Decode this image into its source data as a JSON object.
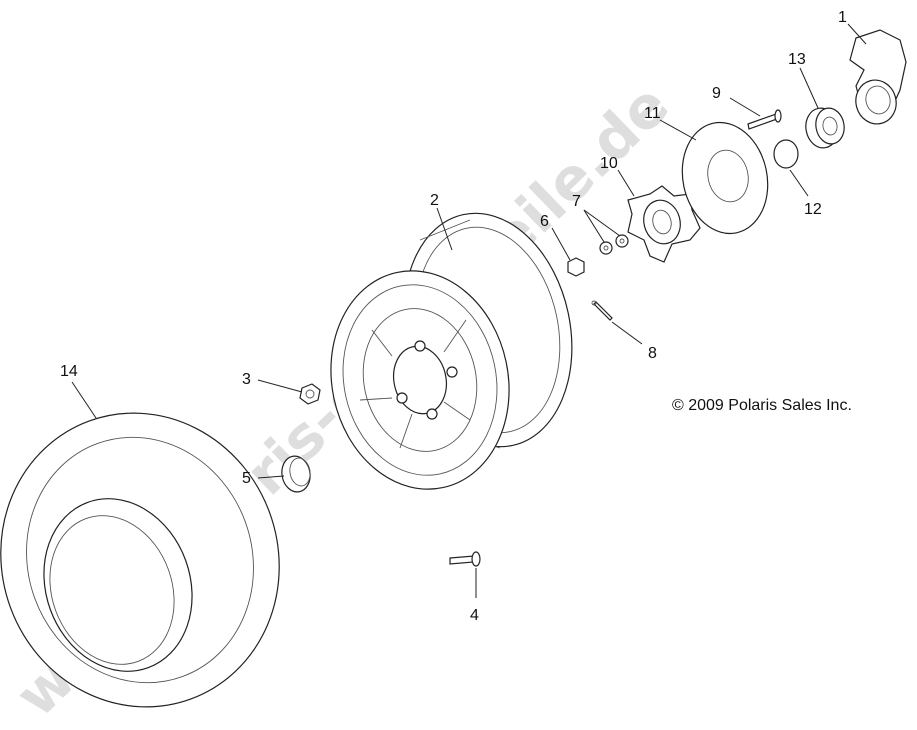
{
  "copyright": "© 2009 Polaris Sales Inc.",
  "watermark": "www.polaris-ersatzteile.de",
  "callouts": [
    {
      "id": "1",
      "label": "1"
    },
    {
      "id": "2",
      "label": "2"
    },
    {
      "id": "3",
      "label": "3"
    },
    {
      "id": "4",
      "label": "4"
    },
    {
      "id": "5",
      "label": "5"
    },
    {
      "id": "6",
      "label": "6"
    },
    {
      "id": "7",
      "label": "7"
    },
    {
      "id": "8",
      "label": "8"
    },
    {
      "id": "9",
      "label": "9"
    },
    {
      "id": "10",
      "label": "10"
    },
    {
      "id": "11",
      "label": "11"
    },
    {
      "id": "12",
      "label": "12"
    },
    {
      "id": "13",
      "label": "13"
    },
    {
      "id": "14",
      "label": "14"
    }
  ]
}
